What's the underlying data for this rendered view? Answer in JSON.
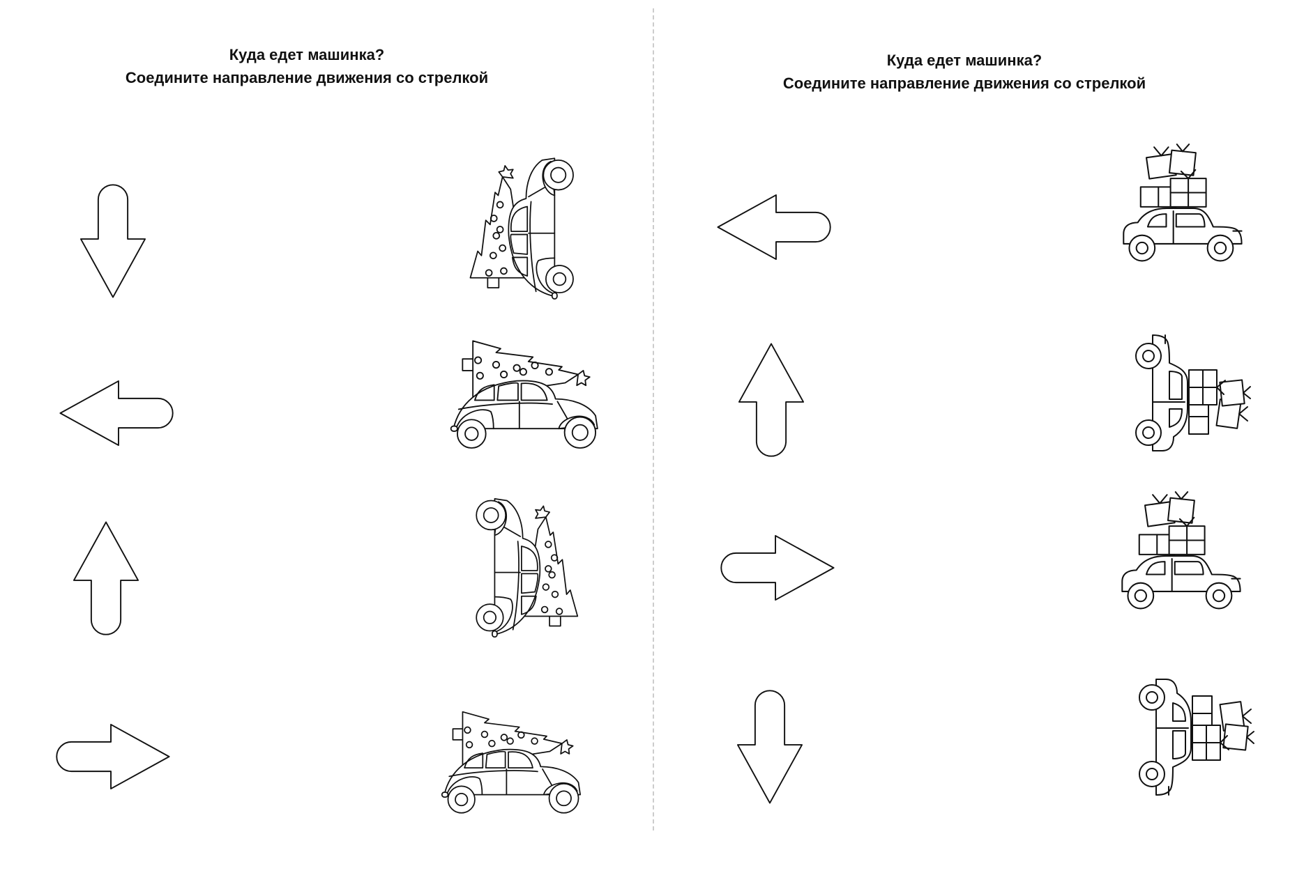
{
  "worksheets": [
    {
      "title": "Куда едет машинка?",
      "subtitle": "Соедините направление движения со стрелкой",
      "arrows": [
        "down",
        "left",
        "up",
        "right"
      ],
      "cars": [
        "tree-car-up",
        "tree-car-right",
        "tree-car-up",
        "tree-car-right"
      ]
    },
    {
      "title": "Куда едет машинка?",
      "subtitle": "Соедините направление движения со стрелкой",
      "arrows": [
        "left",
        "up",
        "right",
        "down"
      ],
      "cars": [
        "gift-car-right",
        "gift-car-up",
        "gift-car-right",
        "gift-car-down"
      ]
    }
  ]
}
